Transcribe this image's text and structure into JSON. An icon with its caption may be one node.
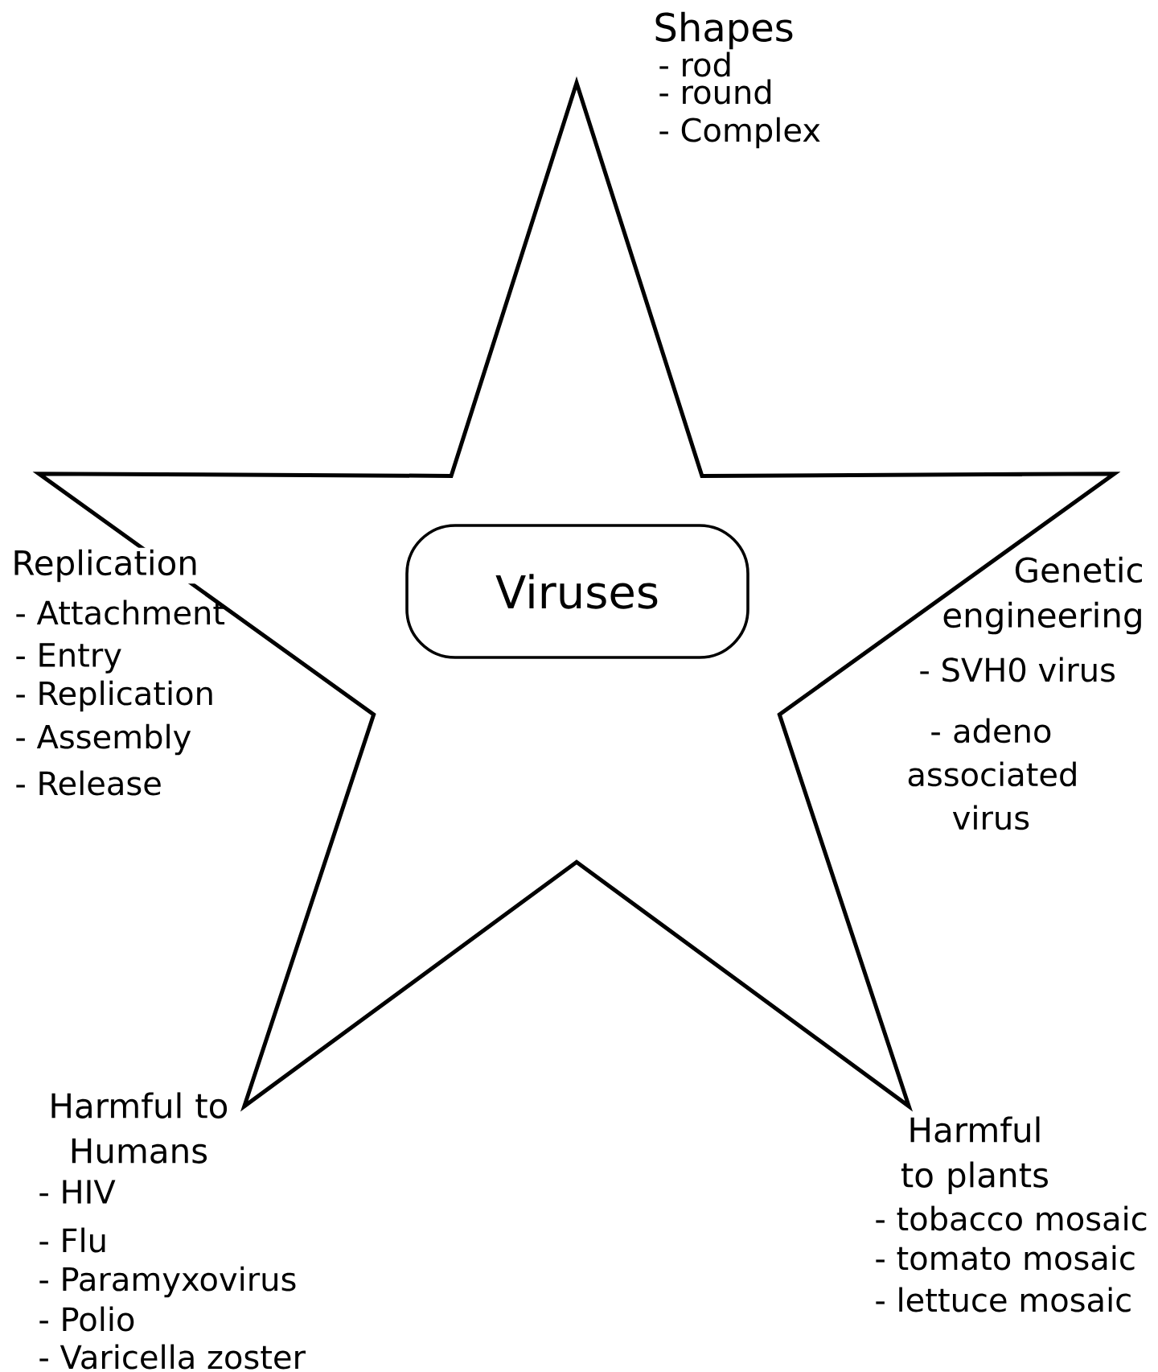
{
  "diagram": {
    "nodes": [
      {
        "text": [],
        "shape": "star"
      },
      {
        "text": [
          "Viruses"
        ],
        "in": 0
      }
    ],
    "labels": [
      "Shapes",
      "- rod",
      "- round",
      "- Complex",
      "Replication",
      "- Attachment",
      "- Entry",
      "- Replication",
      "- Assembly",
      "- Release",
      "Genetic engineering",
      "- SVH0 virus",
      "- adeno associated virus",
      "Harmful to Humans",
      "- HIV",
      "- Flu",
      "- Paramyxovirus",
      "- Polio",
      "- Varicella zoster",
      "Harmful to plants",
      "- tobacco mosaic",
      "- tomato mosaic",
      "- lettuce mosaic"
    ]
  }
}
